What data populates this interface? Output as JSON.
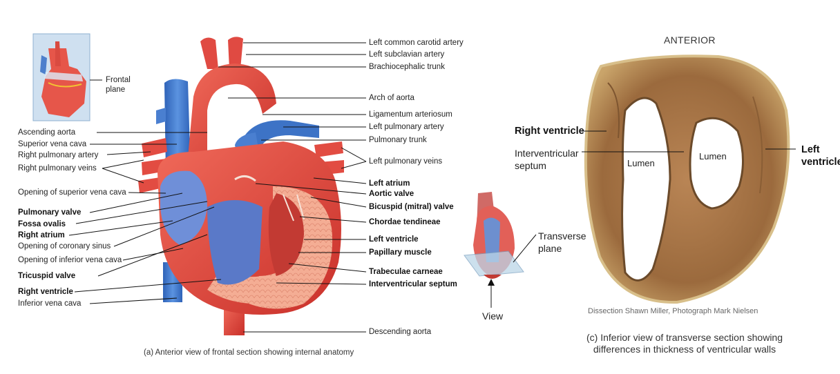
{
  "panel_a": {
    "inset_labels": {
      "frontal_plane": [
        "Frontal",
        "plane"
      ]
    },
    "left_labels": [
      {
        "text": "Ascending aorta",
        "bold": false
      },
      {
        "text": "Superior vena cava",
        "bold": false
      },
      {
        "text": "Right pulmonary artery",
        "bold": false
      },
      {
        "text": "Right pulmonary veins",
        "bold": false
      },
      {
        "text": "Opening of superior vena cava",
        "bold": false
      },
      {
        "text": "Pulmonary valve",
        "bold": true
      },
      {
        "text": "Fossa ovalis",
        "bold": true
      },
      {
        "text": "Right atrium",
        "bold": true
      },
      {
        "text": "Opening of coronary sinus",
        "bold": false
      },
      {
        "text": "Opening of inferior vena cava",
        "bold": false
      },
      {
        "text": "Tricuspid valve",
        "bold": true
      },
      {
        "text": "Right ventricle",
        "bold": true
      },
      {
        "text": "Inferior vena cava",
        "bold": false
      }
    ],
    "right_labels": [
      {
        "text": "Left common carotid artery",
        "bold": false
      },
      {
        "text": "Left subclavian artery",
        "bold": false
      },
      {
        "text": "Brachiocephalic trunk",
        "bold": false
      },
      {
        "text": "Arch of aorta",
        "bold": false
      },
      {
        "text": "Ligamentum arteriosum",
        "bold": false
      },
      {
        "text": "Left pulmonary artery",
        "bold": false
      },
      {
        "text": "Pulmonary trunk",
        "bold": false
      },
      {
        "text": "Left pulmonary veins",
        "bold": false
      },
      {
        "text": "Left atrium",
        "bold": true
      },
      {
        "text": "Aortic valve",
        "bold": true
      },
      {
        "text": "Bicuspid (mitral) valve",
        "bold": true
      },
      {
        "text": "Chordae tendineae",
        "bold": true
      },
      {
        "text": "Left ventricle",
        "bold": true
      },
      {
        "text": "Papillary muscle",
        "bold": true
      },
      {
        "text": "Trabeculae carneae",
        "bold": true
      },
      {
        "text": "Interventricular septum",
        "bold": true
      },
      {
        "text": "Descending aorta",
        "bold": false
      }
    ],
    "caption": "(a) Anterior view of frontal section showing internal anatomy"
  },
  "panel_b": {
    "transverse_plane": [
      "Transverse",
      "plane"
    ],
    "view_label": "View"
  },
  "panel_c": {
    "orientation": "ANTERIOR",
    "labels": {
      "right_ventricle": "Right ventricle",
      "interventricular_septum": [
        "Interventricular",
        "septum"
      ],
      "lumen_left": "Lumen",
      "lumen_right": "Lumen",
      "left_ventricle": [
        "Left",
        "ventricle"
      ]
    },
    "credit": "Dissection Shawn Miller, Photograph Mark Nielsen",
    "caption": [
      "(c) Inferior view of transverse section showing",
      "differences in thickness of ventricular walls"
    ]
  },
  "colors": {
    "artery_red": "#e2453f",
    "vein_blue": "#4a7fd0",
    "muscle_pink": "#f3a990",
    "tissue_brown": "#a77445",
    "leader_line": "#111111"
  }
}
